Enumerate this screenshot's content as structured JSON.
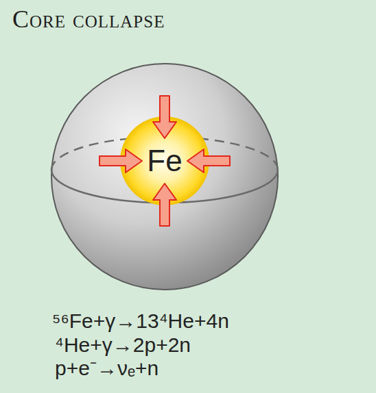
{
  "diagram": {
    "title": "Core collapse",
    "nodes": [
      {
        "text": [
          "Fe"
        ]
      }
    ],
    "labels": [
      "⁵⁶Fe+γ→13⁴He+4n",
      "⁴He+γ→2p+2n",
      "p+e⁻→νₑ+n"
    ]
  }
}
